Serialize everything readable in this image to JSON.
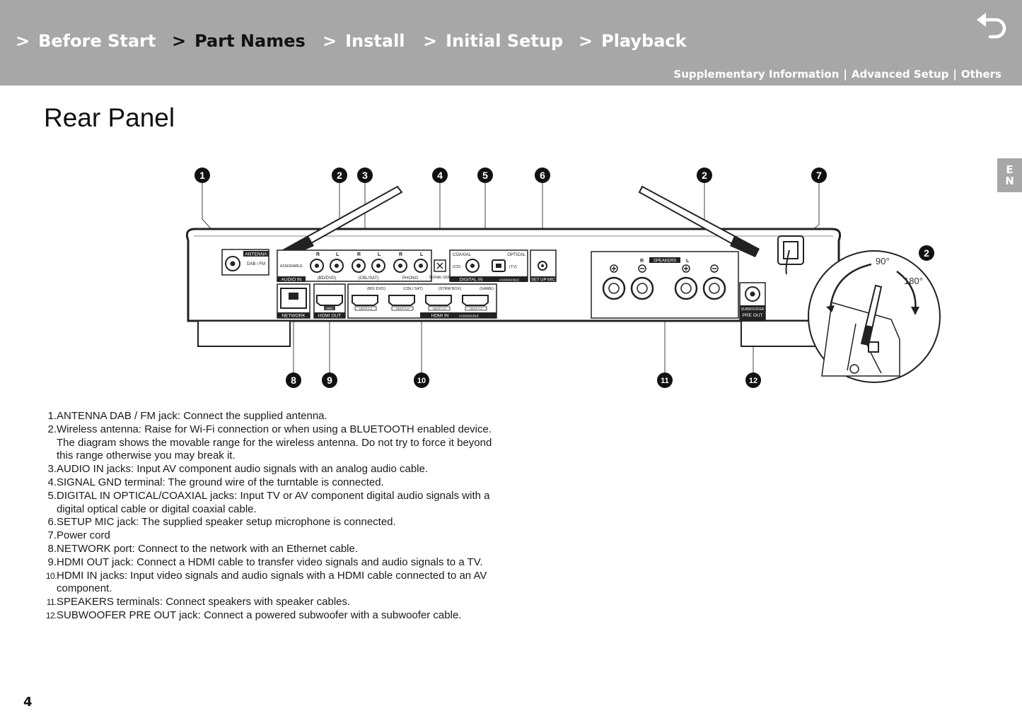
{
  "header": {
    "nav": [
      {
        "chevron": ">",
        "label": "Before Start",
        "active": false
      },
      {
        "chevron": ">",
        "label": "Part Names",
        "active": true
      },
      {
        "chevron": ">",
        "label": "Install",
        "active": false
      },
      {
        "chevron": ">",
        "label": "Initial Setup",
        "active": false
      },
      {
        "chevron": ">",
        "label": "Playback",
        "active": false
      }
    ],
    "sublinks": [
      "Supplementary Information",
      "Advanced Setup",
      "Others"
    ],
    "separator": "|",
    "back_icon": "return-arrow-icon"
  },
  "lang_tab": {
    "line1": "E",
    "line2": "N"
  },
  "page_title": "Rear Panel",
  "diagram": {
    "callouts": [
      "1",
      "2",
      "3",
      "4",
      "5",
      "6",
      "2",
      "7",
      "8",
      "9",
      "10",
      "11",
      "12",
      "2"
    ],
    "labels": {
      "antenna": "ANTENNA",
      "dab_fm": "DAB / FM",
      "assignable": "ASSIGNABLE",
      "audio_in": "AUDIO IN",
      "r": "R",
      "l": "L",
      "bd_dvd": "(BD/DVD)",
      "cbl_sat": "(CBL/SAT)",
      "phono": "PHONO",
      "signal_gnd": "SIGNAL GND",
      "coaxial": "COAXIAL",
      "optical": "OPTICAL",
      "cd": "(CD)",
      "tv": "(TV)",
      "digital_in": "DIGITAL IN",
      "setup_mic": "SET UP MIC",
      "network": "NETWORK",
      "arc": "ARC",
      "hdmi_out": "HDMI OUT",
      "hdmi_in": "HDMI IN",
      "in1": "(BD/ DVD)",
      "in2": "(CBL/ SAT)",
      "in3": "(STRM BOX)",
      "in4": "(GAME)",
      "hdcp": "HDCP 2.2",
      "speakers": "SPEAKERS",
      "subwoofer": "SUBWOOFER",
      "pre_out": "PRE OUT",
      "angle_90": "90°",
      "angle_180": "180°"
    }
  },
  "descriptions": [
    {
      "num": "1.",
      "text": "ANTENNA DAB / FM jack: Connect the supplied antenna."
    },
    {
      "num": "2.",
      "text": "Wireless antenna: Raise for Wi-Fi connection or when using a BLUETOOTH enabled device. The diagram shows the movable range for the wireless antenna. Do not try to force it beyond this range otherwise you may break it."
    },
    {
      "num": "3.",
      "text": "AUDIO IN jacks: Input AV component audio signals with an analog audio cable."
    },
    {
      "num": "4.",
      "text": "SIGNAL GND terminal: The ground wire of the turntable is connected."
    },
    {
      "num": "5.",
      "text": "DIGITAL IN OPTICAL/COAXIAL jacks: Input TV or AV component digital audio signals with a digital optical cable or digital coaxial cable."
    },
    {
      "num": "6.",
      "text": "SETUP MIC jack: The supplied speaker setup microphone is connected."
    },
    {
      "num": "7.",
      "text": "Power cord"
    },
    {
      "num": "8.",
      "text": "NETWORK port: Connect to the network with an Ethernet cable."
    },
    {
      "num": "9.",
      "text": "HDMI OUT jack: Connect a HDMI cable to transfer video signals and audio signals to a TV."
    },
    {
      "num": "10.",
      "text": "HDMI IN jacks: Input video signals and audio signals with a HDMI cable connected to an AV component."
    },
    {
      "num": "11.",
      "text": "SPEAKERS terminals: Connect speakers with speaker cables."
    },
    {
      "num": "12.",
      "text": "SUBWOOFER PRE OUT jack: Connect a powered subwoofer with a subwoofer cable."
    }
  ],
  "page_number": "4"
}
